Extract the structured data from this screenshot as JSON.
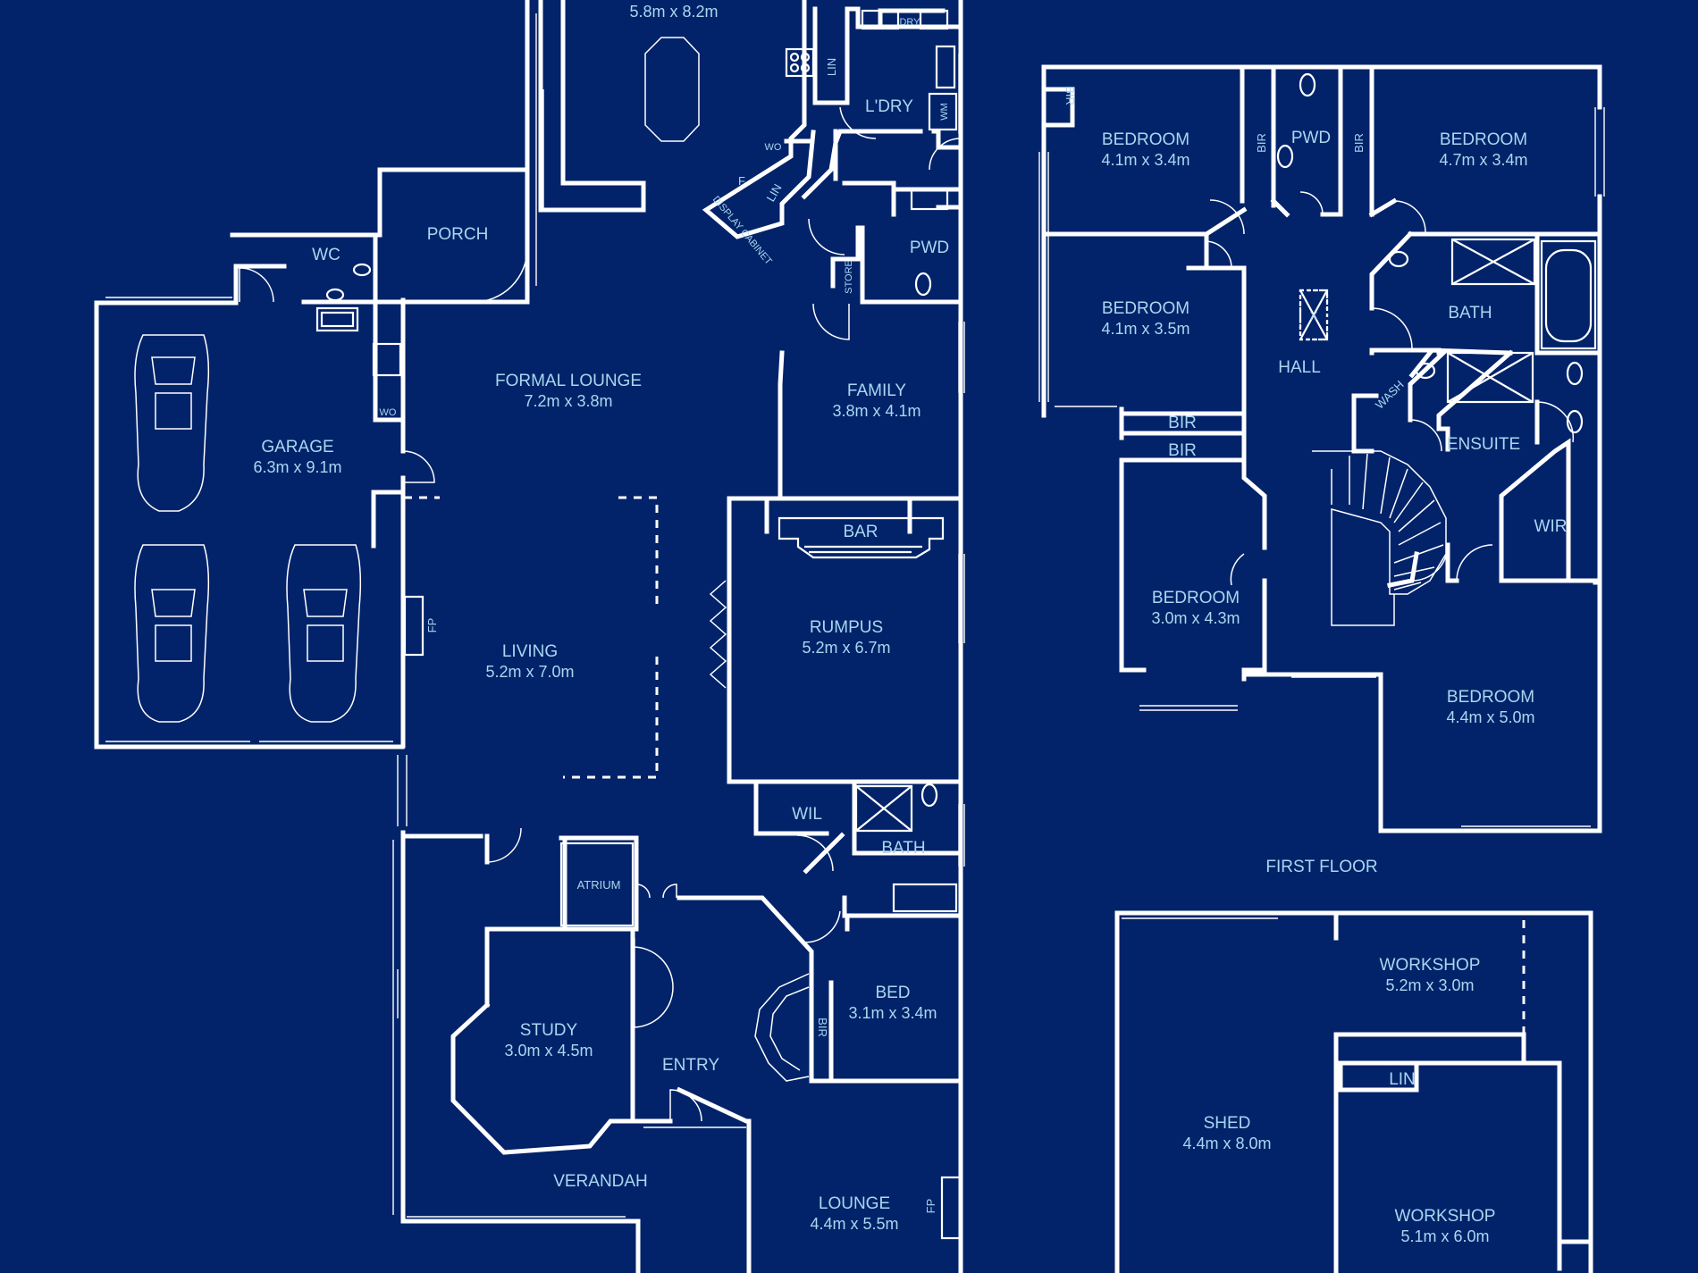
{
  "rooms": {
    "dining": {
      "dim": "5.8m x 8.2m"
    },
    "dry": "DRY",
    "lin": "LIN",
    "laundry": "L'DRY",
    "wm": "WM",
    "wo": "WO",
    "f": "F",
    "display_cabinet": "DISPLAY CABINET",
    "porch": "PORCH",
    "wc": "WC",
    "pwd": "PWD",
    "store": "STORE",
    "formal_lounge": {
      "name": "FORMAL LOUNGE",
      "dim": "7.2m x 3.8m"
    },
    "family": {
      "name": "FAMILY",
      "dim": "3.8m x 4.1m"
    },
    "garage": {
      "name": "GARAGE",
      "dim": "6.3m x 9.1m"
    },
    "fp": "FP",
    "bar": "BAR",
    "rumpus": {
      "name": "RUMPUS",
      "dim": "5.2m x 6.7m"
    },
    "living": {
      "name": "LIVING",
      "dim": "5.2m x 7.0m"
    },
    "wil": "WIL",
    "bath": "BATH",
    "atrium": "ATRIUM",
    "study": {
      "name": "STUDY",
      "dim": "3.0m x 4.5m"
    },
    "entry": "ENTRY",
    "bed": {
      "name": "BED",
      "dim": "3.1m x 3.4m"
    },
    "bir": "BIR",
    "verandah": "VERANDAH",
    "lounge": {
      "name": "LOUNGE",
      "dim": "4.4m x 5.5m"
    }
  },
  "first_floor": {
    "title": "FIRST FLOOR",
    "bir": "BIR",
    "pwd": "PWD",
    "bedroom": "BEDROOM",
    "bedroom_1_dim": "4.1m x 3.4m",
    "bedroom_2_dim": "4.7m x 3.4m",
    "bedroom_3_dim": "4.1m x 3.5m",
    "bedroom_4_dim": "3.0m x 4.3m",
    "bedroom_5_dim": "4.4m x 5.0m",
    "hall": "HALL",
    "bath": "BATH",
    "wash": "WASH",
    "ensuite": "ENSUITE",
    "wir": "WIR",
    "skylight_mark": "X"
  },
  "outbuilding": {
    "workshop": "WORKSHOP",
    "workshop_1_dim": "5.2m x 3.0m",
    "workshop_2_dim": "5.1m x 6.0m",
    "lin": "LIN",
    "shed": {
      "name": "SHED",
      "dim": "4.4m x 8.0m"
    }
  },
  "colors": {
    "background": "#022369",
    "walls": "#ffffff",
    "labels": "#a9d7f0"
  }
}
